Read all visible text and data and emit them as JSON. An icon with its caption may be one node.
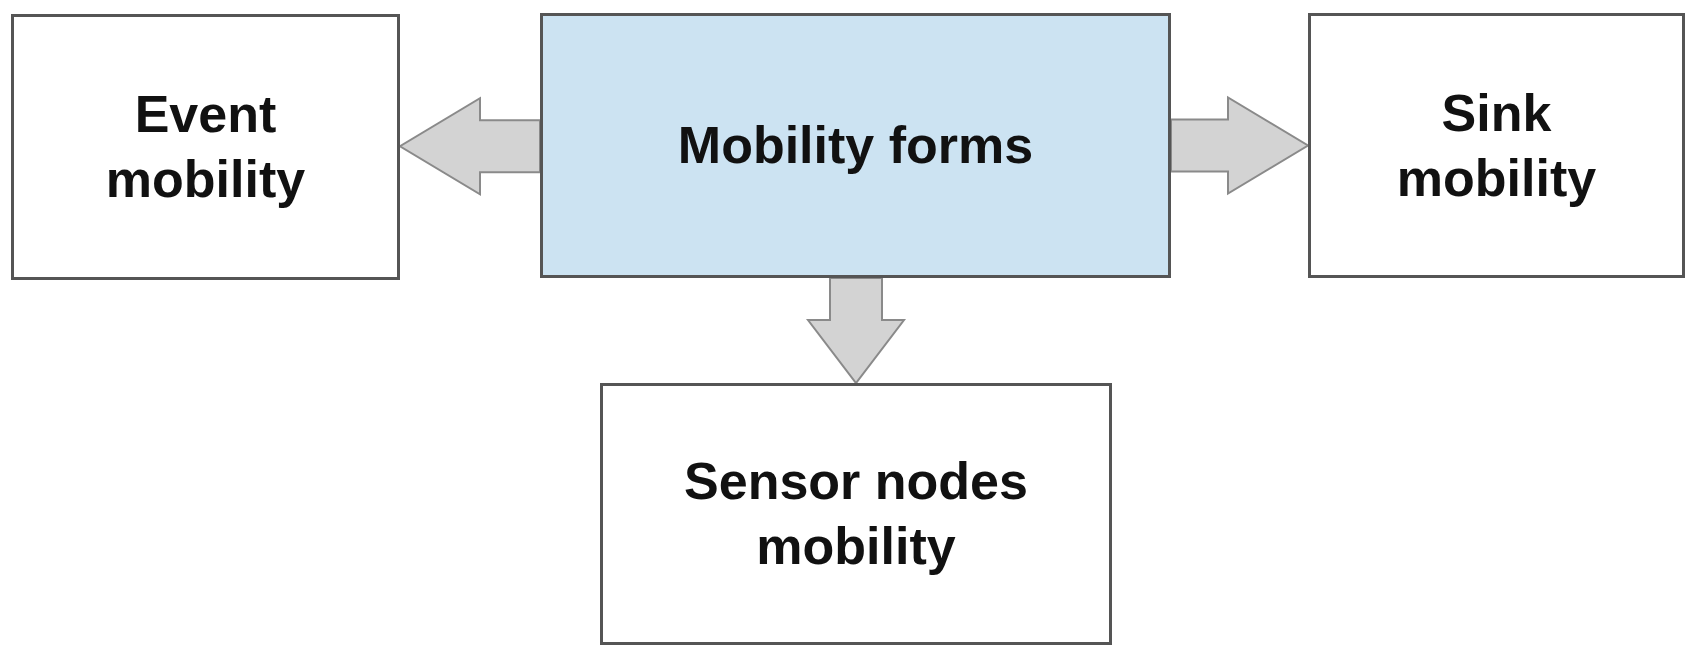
{
  "diagram": {
    "nodes": [
      {
        "text": [
          "Event mobility"
        ]
      },
      {
        "text": [
          "Mobility forms"
        ]
      },
      {
        "text": [
          "Sink mobility"
        ]
      },
      {
        "text": [
          "Sensor nodes mobility"
        ]
      }
    ],
    "edges": [
      {
        "from": 1,
        "to": 0,
        "arrow": "to"
      },
      {
        "from": 1,
        "to": 2,
        "arrow": "to"
      },
      {
        "from": 1,
        "to": 3,
        "arrow": "to"
      }
    ]
  }
}
